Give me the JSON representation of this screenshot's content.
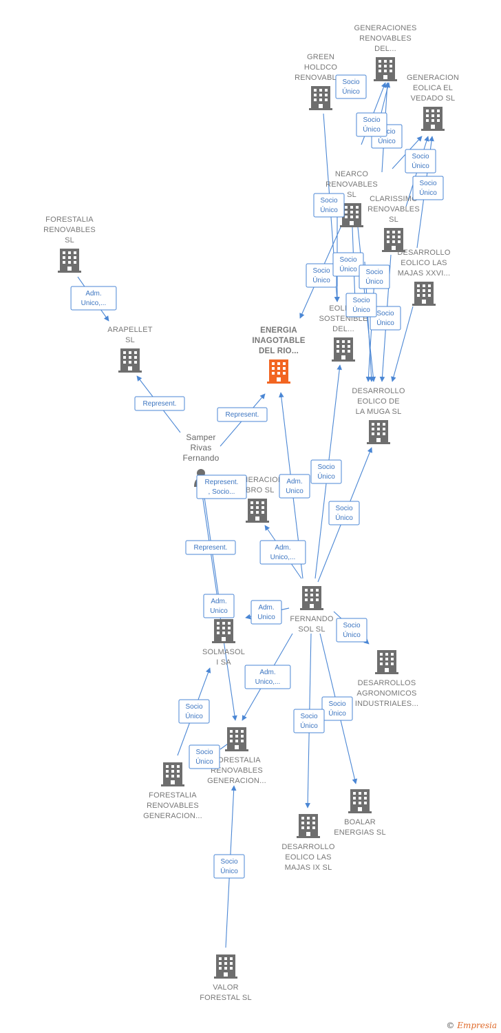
{
  "colors": {
    "edge": "#4a86d4",
    "building": "#6e6e6e",
    "highlight": "#f26522"
  },
  "nodes": [
    {
      "id": "gen_ren_del",
      "icon": "building-icon",
      "lines": [
        "GENERACIONES",
        "RENOVABLES",
        "DEL..."
      ]
    },
    {
      "id": "green_holdco",
      "icon": "building-icon",
      "lines": [
        "GREEN",
        "HOLDCO",
        "RENOVABLES"
      ]
    },
    {
      "id": "gen_eolica_vedado",
      "icon": "building-icon",
      "lines": [
        "GENERACION",
        "EOLICA EL",
        "VEDADO SL"
      ]
    },
    {
      "id": "nearco",
      "icon": "building-icon",
      "lines": [
        "NEARCO",
        "RENOVABLES",
        "SL"
      ]
    },
    {
      "id": "clarissimo",
      "icon": "building-icon",
      "lines": [
        "CLARISSIMO",
        "RENOVABLES",
        "SL"
      ]
    },
    {
      "id": "forestalia_ren_sl",
      "icon": "building-icon",
      "lines": [
        "FORESTALIA",
        "RENOVABLES",
        "SL"
      ]
    },
    {
      "id": "desarrollo_majas_xxvi",
      "icon": "building-icon",
      "lines": [
        "DESARROLLO",
        "EOLICO LAS",
        "MAJAS XXVI..."
      ]
    },
    {
      "id": "arapellet",
      "icon": "building-icon",
      "lines": [
        "ARAPELLET",
        "SL"
      ]
    },
    {
      "id": "energia_inagotable",
      "icon": "building-icon",
      "main": true,
      "lines": [
        "ENERGIA",
        "INAGOTABLE",
        "DEL RIO..."
      ]
    },
    {
      "id": "eolica_sostenible",
      "icon": "building-icon",
      "lines": [
        "EOLICA",
        "SOSTENIBLE",
        "DEL..."
      ]
    },
    {
      "id": "desarrollo_muga",
      "icon": "building-icon",
      "lines": [
        "DESARROLLO",
        "EOLICO DE",
        "LA MUGA SL"
      ]
    },
    {
      "id": "samper",
      "icon": "person-icon",
      "person": true,
      "lines": [
        "Samper",
        "Rivas",
        "Fernando"
      ]
    },
    {
      "id": "generacion_ebro",
      "icon": "building-icon",
      "lines": [
        "GENERACION",
        "EBRO SL"
      ]
    },
    {
      "id": "fernando_sol",
      "icon": "building-icon",
      "lines": [
        "FERNANDO",
        "SOL SL"
      ]
    },
    {
      "id": "solmasol",
      "icon": "building-icon",
      "lines": [
        "SOLMASOL",
        "I SA"
      ]
    },
    {
      "id": "desarrollos_agronomicos",
      "icon": "building-icon",
      "lines": [
        "DESARROLLOS",
        "AGRONOMICOS",
        "INDUSTRIALES..."
      ]
    },
    {
      "id": "forestalia_gen_a",
      "icon": "building-icon",
      "lines": [
        "FORESTALIA",
        "RENOVABLES",
        "GENERACION..."
      ]
    },
    {
      "id": "forestalia_gen_b",
      "icon": "building-icon",
      "lines": [
        "FORESTALIA",
        "RENOVABLES",
        "GENERACION..."
      ]
    },
    {
      "id": "boalar",
      "icon": "building-icon",
      "lines": [
        "BOALAR",
        "ENERGIAS SL"
      ]
    },
    {
      "id": "desarrollo_majas_ix",
      "icon": "building-icon",
      "lines": [
        "DESARROLLO",
        "EOLICO LAS",
        "MAJAS IX SL"
      ]
    },
    {
      "id": "valor_forestal",
      "icon": "building-icon",
      "lines": [
        "VALOR",
        "FORESTAL SL"
      ]
    }
  ],
  "edges": [
    {
      "lines": [
        "Socio",
        "Único"
      ]
    },
    {
      "lines": [
        "Socio",
        "Único"
      ]
    },
    {
      "lines": [
        "Socio",
        "Único"
      ]
    },
    {
      "lines": [
        "Socio",
        "Único"
      ]
    },
    {
      "lines": [
        "Socio",
        "Único"
      ]
    },
    {
      "lines": [
        "Socio",
        "Único"
      ]
    },
    {
      "lines": [
        "Socio",
        "Único"
      ]
    },
    {
      "lines": [
        "Socio",
        "Único"
      ]
    },
    {
      "lines": [
        "Socio",
        "Único"
      ]
    },
    {
      "lines": [
        "Socio",
        "Único"
      ]
    },
    {
      "lines": [
        "Socio",
        "Único"
      ]
    },
    {
      "lines": [
        "Socio",
        "Único"
      ]
    },
    {
      "lines": [
        "Socio",
        "Único"
      ]
    },
    {
      "lines": [
        "Socio",
        "Único"
      ]
    },
    {
      "lines": [
        "Socio",
        "Único"
      ]
    },
    {
      "lines": [
        "Adm.",
        "Unico,..."
      ]
    },
    {
      "lines": [
        "Represent."
      ]
    },
    {
      "lines": [
        "Represent."
      ]
    },
    {
      "lines": [
        "Represent.",
        ", Socio..."
      ]
    },
    {
      "lines": [
        "Represent."
      ]
    },
    {
      "lines": [
        "Adm.",
        "Unico"
      ]
    },
    {
      "lines": [
        "Socio",
        "Único"
      ]
    },
    {
      "lines": [
        "Socio",
        "Único"
      ]
    },
    {
      "lines": [
        "Adm.",
        "Unico,..."
      ]
    },
    {
      "lines": [
        "Adm.",
        "Unico"
      ]
    },
    {
      "lines": [
        "Adm.",
        "Unico"
      ]
    },
    {
      "lines": [
        "Socio",
        "Único"
      ]
    },
    {
      "lines": [
        "Adm.",
        "Unico,..."
      ]
    },
    {
      "lines": [
        "Socio",
        "Único"
      ]
    },
    {
      "lines": [
        "Socio",
        "Único"
      ]
    },
    {
      "lines": [
        "Socio",
        "Único"
      ]
    },
    {
      "lines": [
        "Socio",
        "Único"
      ]
    },
    {
      "lines": [
        "Socio",
        "Único"
      ]
    }
  ],
  "footer": {
    "copyright": "©",
    "brand": "Empresia"
  }
}
